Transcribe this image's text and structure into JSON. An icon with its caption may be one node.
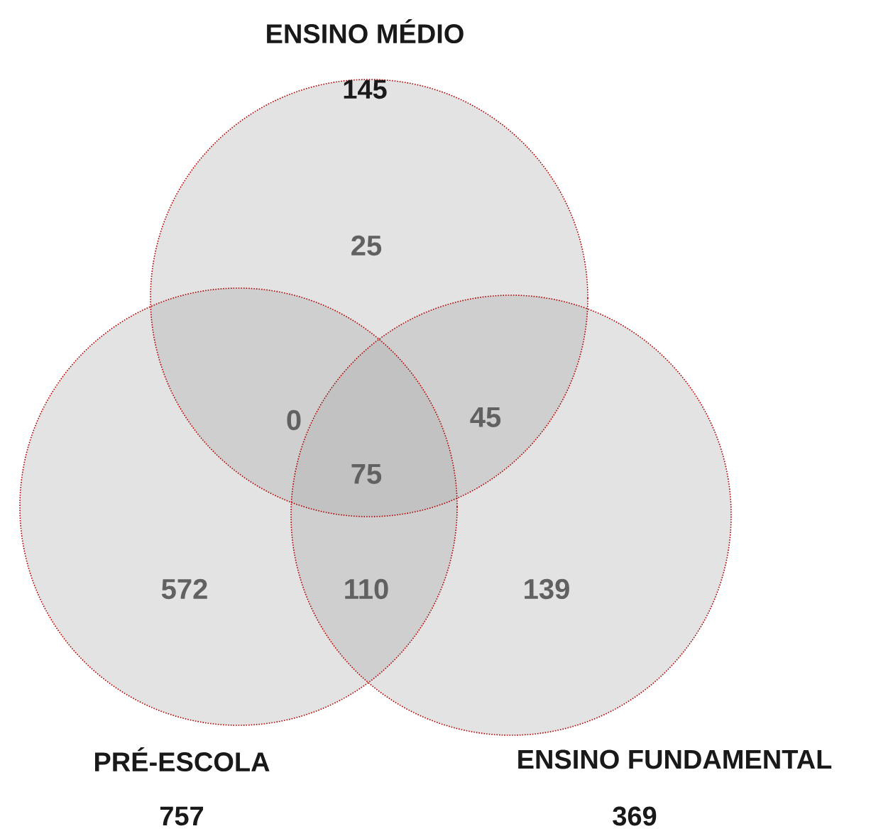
{
  "diagram": {
    "nodes": [
      {
        "text": [
          "ENSINO MÉDIO",
          "145"
        ]
      },
      {
        "text": [
          "PRÉ-ESCOLA",
          "757"
        ]
      },
      {
        "text": [
          "ENSINO FUNDAMENTAL",
          "369"
        ]
      }
    ],
    "labels": [
      "25",
      "0",
      "45",
      "75",
      "572",
      "110",
      "139"
    ]
  }
}
